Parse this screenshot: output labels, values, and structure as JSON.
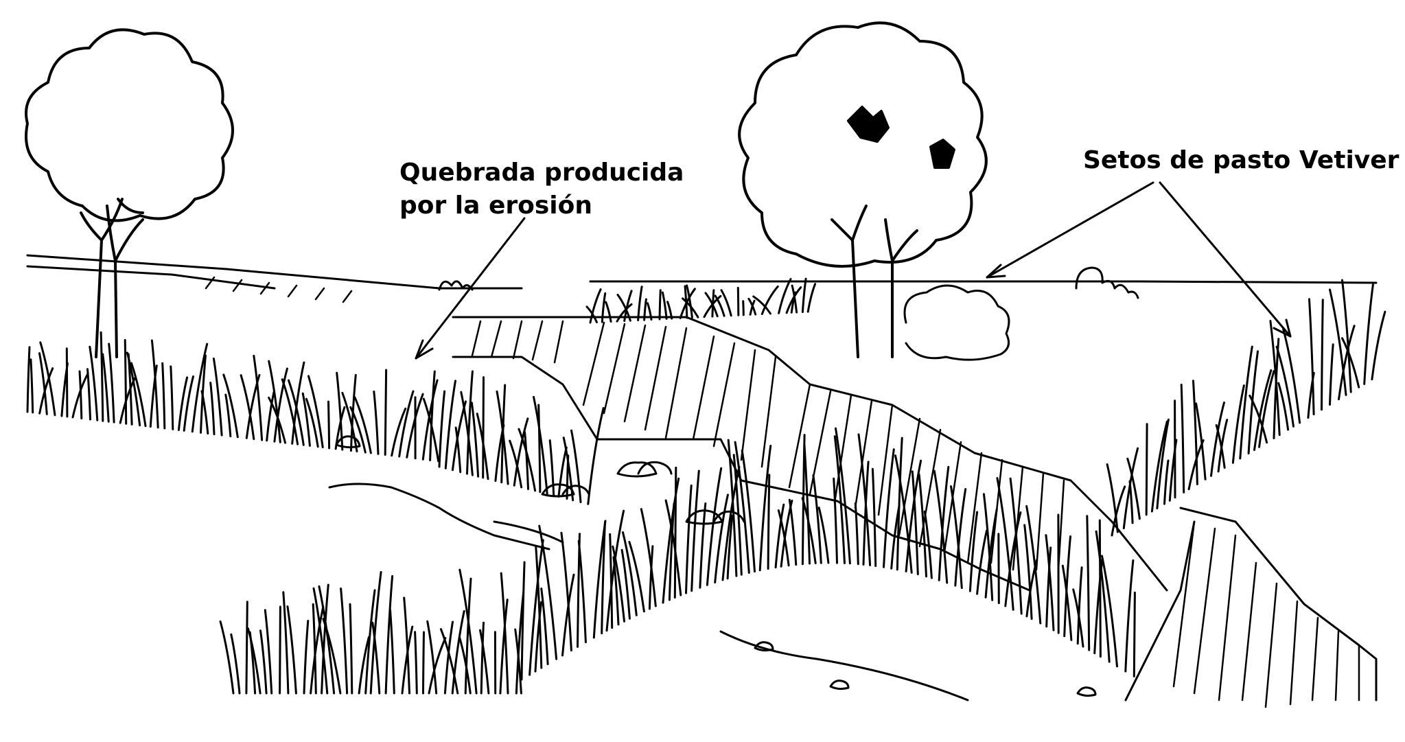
{
  "labels": {
    "gully": {
      "line1": "Quebrada producida",
      "line2": "por la erosión"
    },
    "hedges": "Setos de pasto Vetiver"
  },
  "colors": {
    "ink": "#000000",
    "paper": "#ffffff"
  },
  "icons": [
    "tree-icon",
    "vetiver-grass-hedge",
    "rock-icon",
    "arrow-icon"
  ]
}
